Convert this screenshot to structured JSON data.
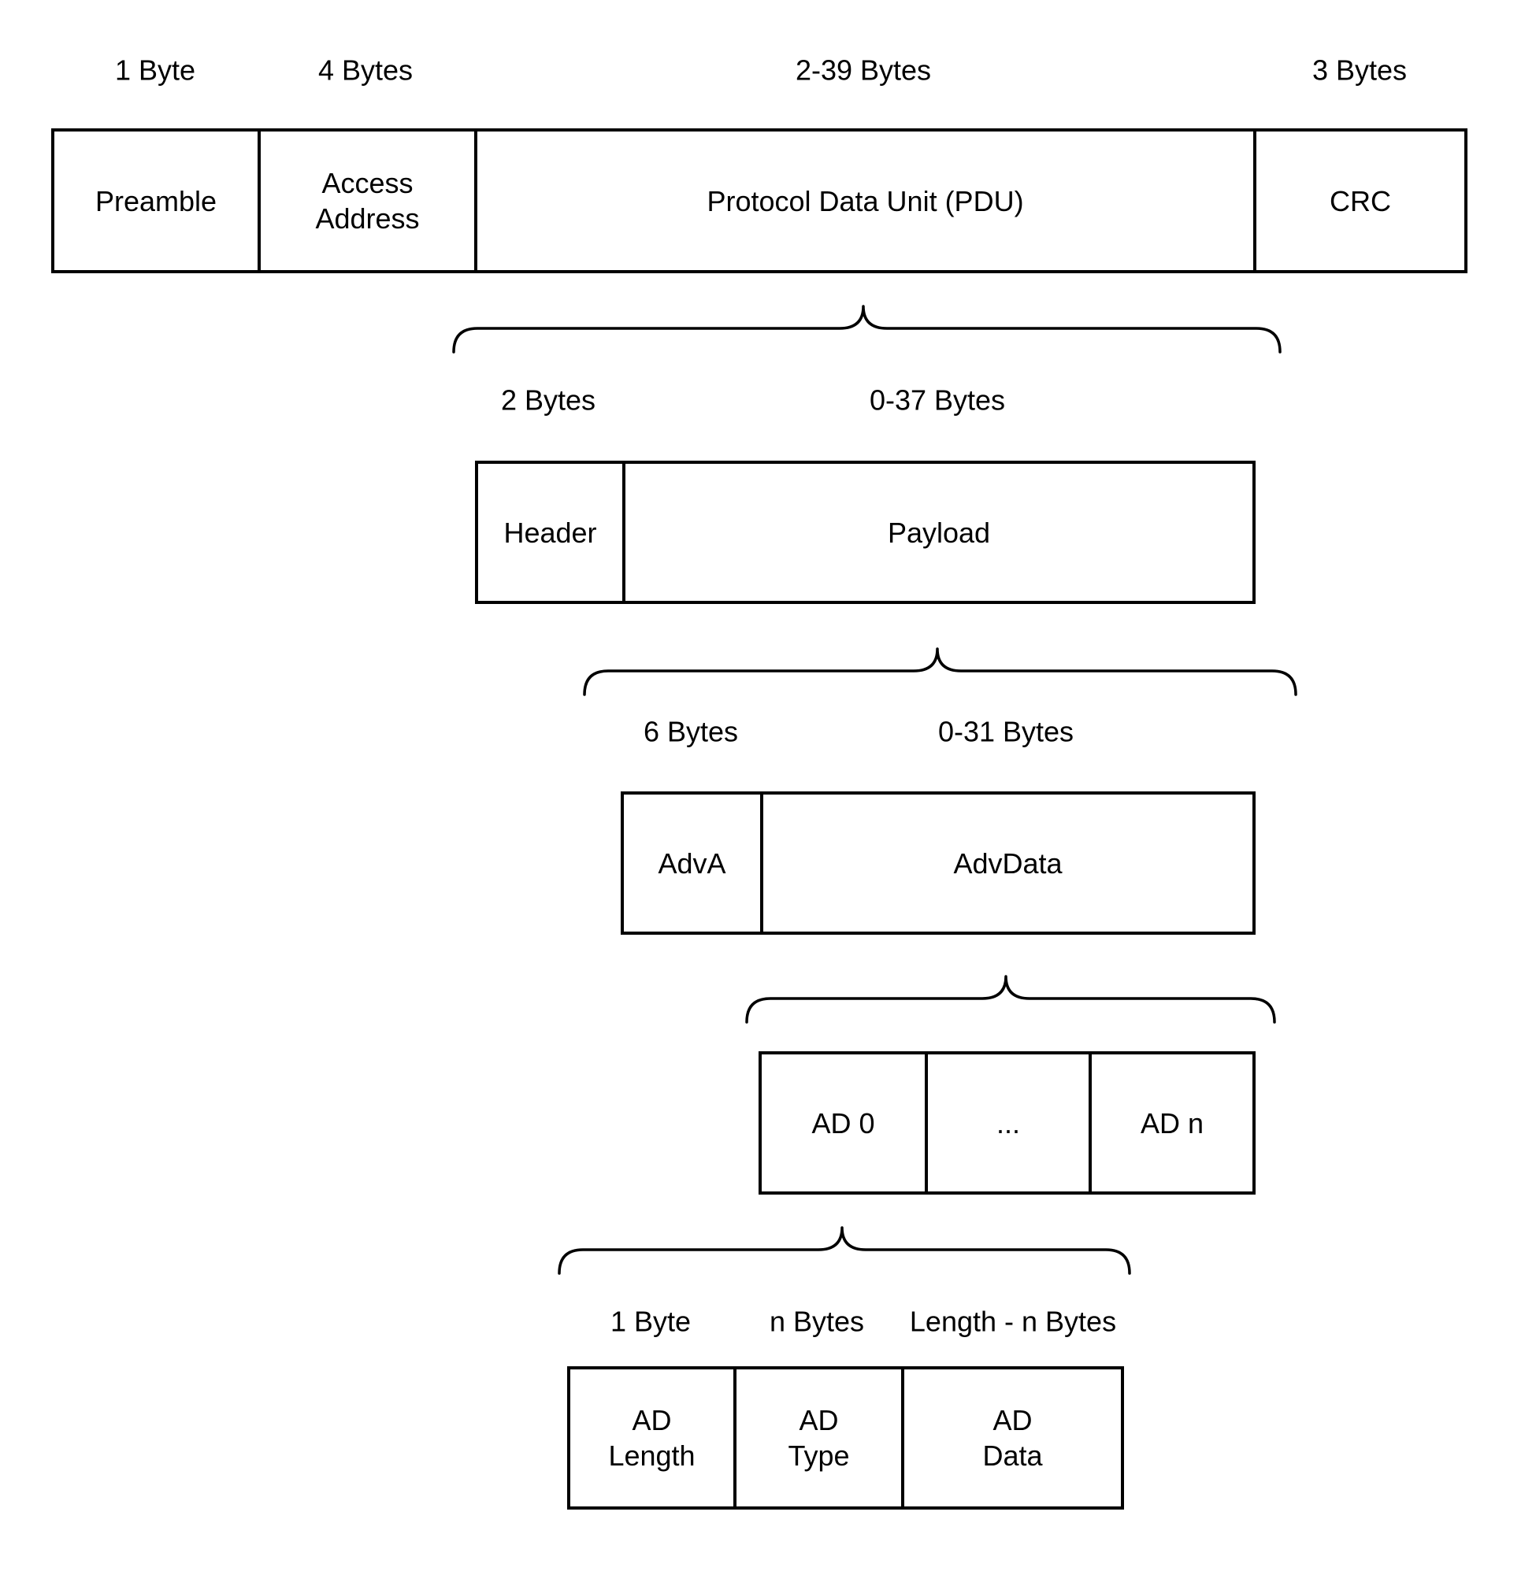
{
  "colors": {
    "background": "#ffffff",
    "stroke": "#000000",
    "text": "#000000"
  },
  "packet": {
    "size_labels": [
      "1 Byte",
      "4 Bytes",
      "2-39 Bytes",
      "3 Bytes"
    ],
    "fields": [
      "Preamble",
      "Access\nAddress",
      "Protocol Data Unit (PDU)",
      "CRC"
    ]
  },
  "pdu": {
    "size_labels": [
      "2 Bytes",
      "0-37 Bytes"
    ],
    "fields": [
      "Header",
      "Payload"
    ]
  },
  "payload": {
    "size_labels": [
      "6 Bytes",
      "0-31 Bytes"
    ],
    "fields": [
      "AdvA",
      "AdvData"
    ]
  },
  "advdata": {
    "fields": [
      "AD 0",
      "...",
      "AD n"
    ]
  },
  "ad_structure": {
    "size_labels": [
      "1 Byte",
      "n Bytes",
      "Length - n Bytes"
    ],
    "fields": [
      "AD\nLength",
      "AD\nType",
      "AD\nData"
    ]
  }
}
